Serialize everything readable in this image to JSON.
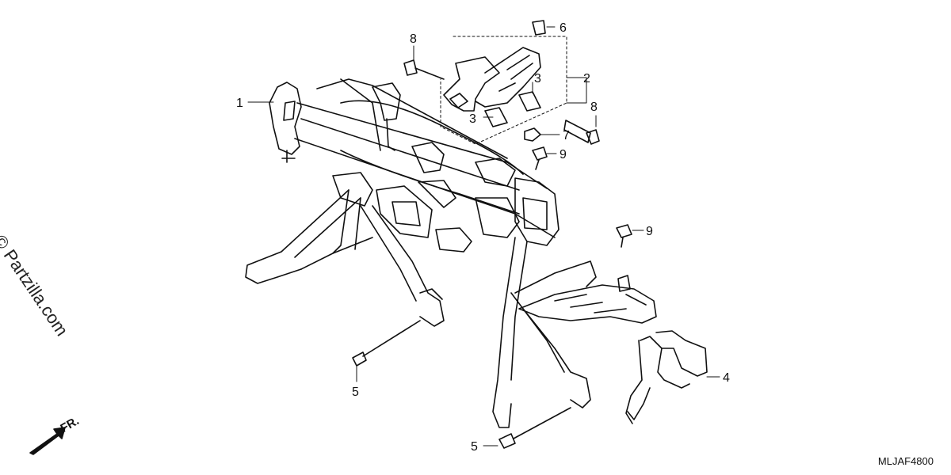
{
  "watermark": "© Partzilla.com",
  "direction_label": "FR.",
  "diagram_code": "MLJAF4800",
  "callouts": [
    {
      "id": "c1",
      "label": "1"
    },
    {
      "id": "c2",
      "label": "2"
    },
    {
      "id": "c3a",
      "label": "3"
    },
    {
      "id": "c3b",
      "label": "3"
    },
    {
      "id": "c4",
      "label": "4"
    },
    {
      "id": "c5a",
      "label": "5"
    },
    {
      "id": "c5b",
      "label": "5"
    },
    {
      "id": "c6",
      "label": "6"
    },
    {
      "id": "c7",
      "label": "7"
    },
    {
      "id": "c8a",
      "label": "8"
    },
    {
      "id": "c8b",
      "label": "8"
    },
    {
      "id": "c9a",
      "label": "9"
    },
    {
      "id": "c9b",
      "label": "9"
    }
  ],
  "parts_drawn": [
    "frame-assembly",
    "bracket-assembly",
    "collar",
    "stay",
    "bolt",
    "clip",
    "nut",
    "bolt-long",
    "flange-bolt"
  ]
}
